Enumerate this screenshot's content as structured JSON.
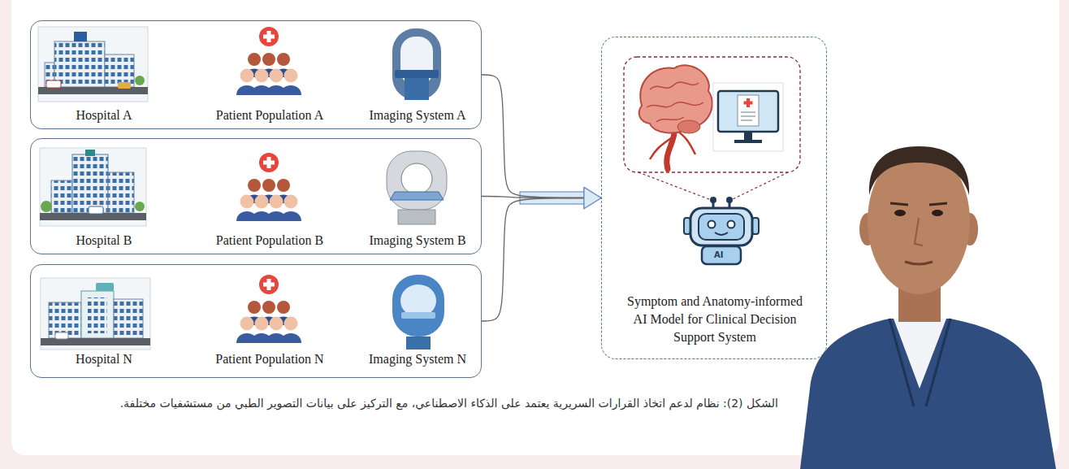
{
  "diagram": {
    "caption": "الشكل (2): نظام لدعم اتخاذ القرارات السريرية يعتمد على الذكاء الاصطناعي، مع التركيز على بيانات التصوير الطبي من مستشفيات مختلفة.",
    "nodes": [
      {
        "text": [
          "Hospital A",
          "Patient Population A",
          "Imaging System A"
        ]
      },
      {
        "text": [
          "Hospital B",
          "Patient Population B",
          "Imaging System B"
        ]
      },
      {
        "text": [
          "Hospital N",
          "Patient Population N",
          "Imaging System N"
        ]
      },
      {
        "text": [
          "Symptom and Anatomy-informed AI Model for Clinical Decision Support System"
        ]
      }
    ],
    "edges": [
      {
        "from": 0,
        "to": 3,
        "arrow": "to"
      },
      {
        "from": 1,
        "to": 3,
        "arrow": "to"
      },
      {
        "from": 2,
        "to": 3,
        "arrow": "to"
      }
    ],
    "labels": [
      "AI"
    ]
  }
}
